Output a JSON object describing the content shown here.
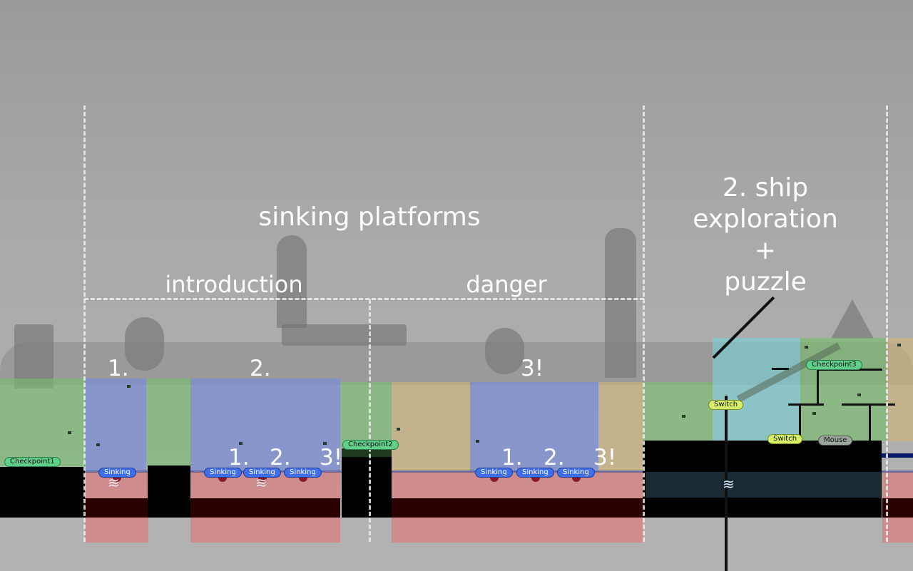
{
  "titles": {
    "sinking_platforms": "sinking platforms",
    "introduction": "introduction",
    "danger": "danger",
    "ship_line1": "2. ship",
    "ship_line2": "exploration",
    "ship_line3": "+",
    "ship_line4": "puzzle"
  },
  "markers": {
    "intro_1": "1.",
    "intro_2": "2.",
    "intro_sub_1": "1.",
    "intro_sub_2": "2.",
    "intro_sub_3": "3!",
    "danger_3": "3!",
    "danger_sub_1": "1.",
    "danger_sub_2": "2.",
    "danger_sub_3": "3!"
  },
  "labels": {
    "checkpoint1": "Checkpoint1",
    "checkpoint2": "Checkpoint2",
    "checkpoint3": "Checkpoint3",
    "sinking": "Sinking",
    "switch": "Switch",
    "mouse": "Mouse"
  },
  "colors": {
    "zone_green": "#78be6e",
    "zone_blue": "#788cd7",
    "zone_tan": "#d2b478",
    "zone_cyan": "#78d2d7",
    "zone_red": "#e66e6e",
    "ground": "#000000"
  }
}
